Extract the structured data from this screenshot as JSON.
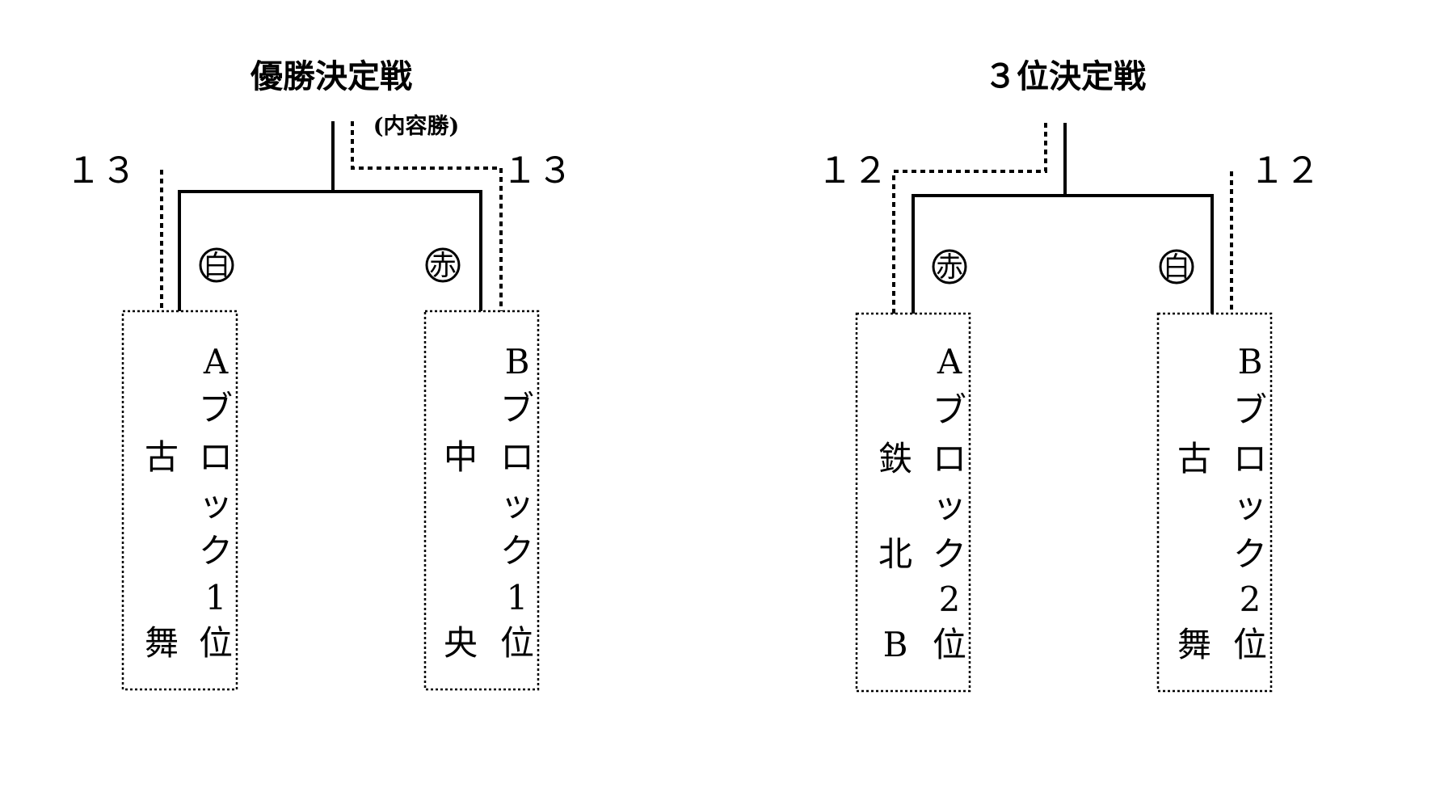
{
  "final": {
    "title": "優勝決定戦",
    "note": "(内容勝)",
    "left": {
      "score": "１３",
      "side": "白",
      "team_lines": [
        "古",
        "舞"
      ],
      "block_chars": [
        "A",
        "ブ",
        "ロ",
        "ッ",
        "ク",
        "1",
        "位"
      ]
    },
    "right": {
      "score": "１３",
      "side": "赤",
      "team_lines": [
        "中",
        "央"
      ],
      "block_chars": [
        "B",
        "ブ",
        "ロ",
        "ッ",
        "ク",
        "1",
        "位"
      ]
    },
    "winner": "right"
  },
  "third": {
    "title": "３位決定戦",
    "left": {
      "score": "１２",
      "side": "赤",
      "team_lines": [
        "鉄",
        "北",
        "B"
      ],
      "block_chars": [
        "A",
        "ブ",
        "ロ",
        "ッ",
        "ク",
        "2",
        "位"
      ]
    },
    "right": {
      "score": "１２",
      "side": "白",
      "team_lines": [
        "古",
        "舞"
      ],
      "block_chars": [
        "B",
        "ブ",
        "ロ",
        "ッ",
        "ク",
        "2",
        "位"
      ]
    },
    "winner": "left"
  }
}
